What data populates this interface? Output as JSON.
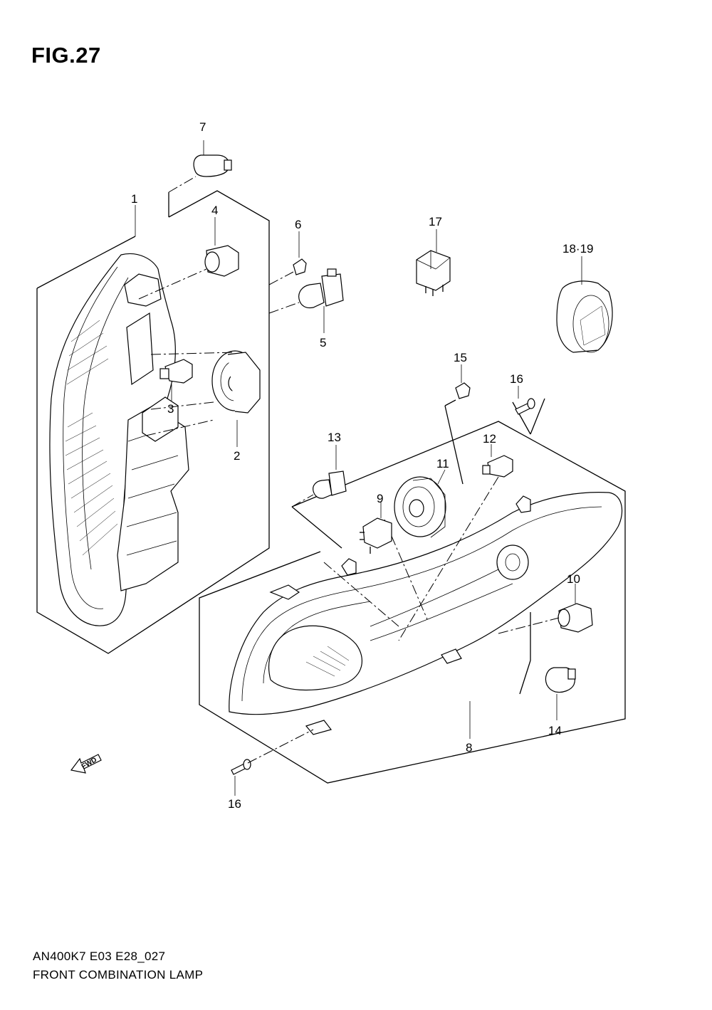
{
  "figure": {
    "title": "FIG.27",
    "code": "AN400K7 E03 E28_027",
    "name": "FRONT COMBINATION LAMP"
  },
  "direction_marker": {
    "label": "FWD"
  },
  "callouts": [
    {
      "ref": "1"
    },
    {
      "ref": "2"
    },
    {
      "ref": "3"
    },
    {
      "ref": "4"
    },
    {
      "ref": "5"
    },
    {
      "ref": "6"
    },
    {
      "ref": "7"
    },
    {
      "ref": "8"
    },
    {
      "ref": "9"
    },
    {
      "ref": "10"
    },
    {
      "ref": "11"
    },
    {
      "ref": "12"
    },
    {
      "ref": "13"
    },
    {
      "ref": "14"
    },
    {
      "ref": "15"
    },
    {
      "ref": "16"
    },
    {
      "ref": "16"
    },
    {
      "ref": "17"
    },
    {
      "ref": "18·19"
    }
  ]
}
